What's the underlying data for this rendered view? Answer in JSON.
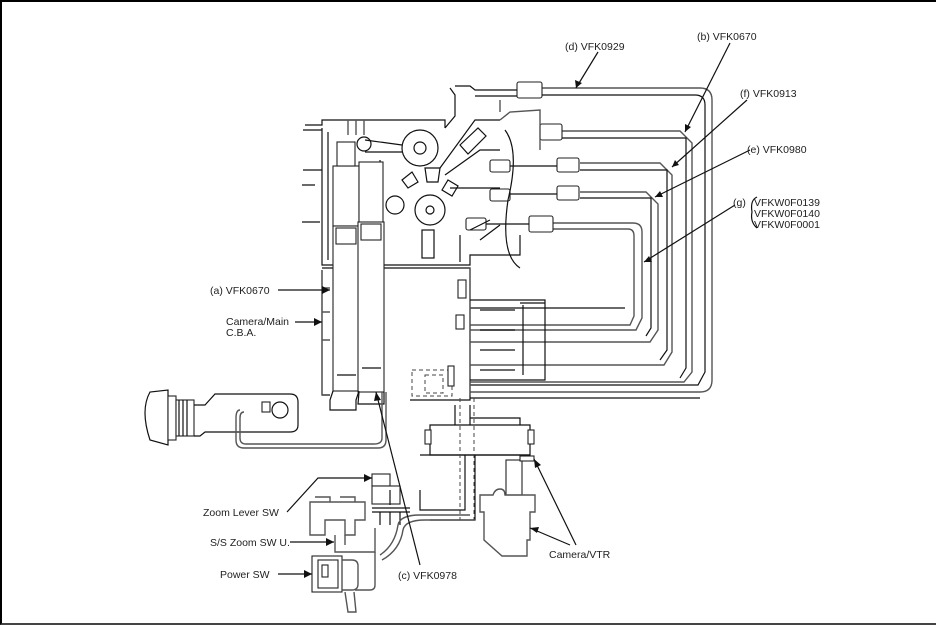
{
  "diagram": {
    "type": "wiring / flexible cable layout",
    "labels": {
      "d": "(d) VFK0929",
      "b": "(b) VFK0670",
      "f": "(f) VFK0913",
      "e": "(e) VFK0980",
      "g_prefix": "(g)",
      "g_parts": [
        "VFKW0F0139",
        "VFKW0F0140",
        "VFKW0F0001"
      ],
      "a": "(a) VFK0670",
      "camera_main_line1": "Camera/Main",
      "camera_main_line2": "C.B.A.",
      "zoom_lever": "Zoom Lever SW",
      "ss_zoom": "S/S Zoom SW U.",
      "power": "Power SW",
      "c": "(c) VFK0978",
      "camera_vtr": "Camera/VTR"
    },
    "colors": {
      "line": "#555555",
      "ink": "#111111",
      "background": "#ffffff"
    }
  }
}
